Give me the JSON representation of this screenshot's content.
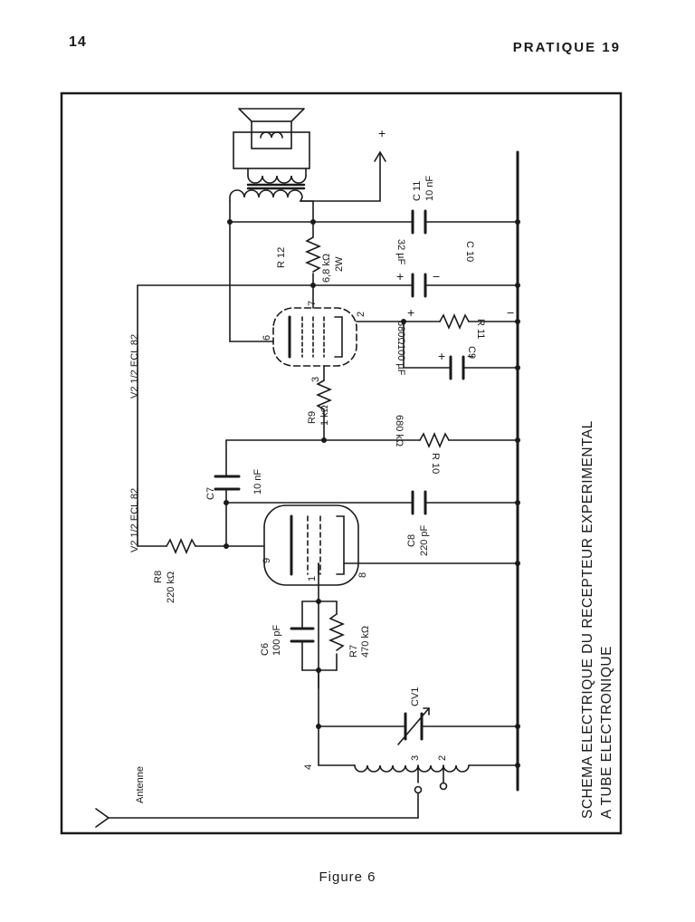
{
  "header": {
    "page_number": "14",
    "publication": "PRATIQUE 19"
  },
  "figure": {
    "caption": "Figure 6"
  },
  "title": {
    "line1": "SCHEMA ELECTRIQUE DU RECEPTEUR EXPERIMENTAL",
    "line2": "A TUBE ELECTRONIQUE"
  },
  "labels": {
    "antenna": "Antenne",
    "plus": "+",
    "minus": "−",
    "tube_v2_upper": "V2 1/2 ECL 82",
    "tube_v2_lower": "V2 1/2 ECL 82",
    "pin_4": "4",
    "pin_3": "3",
    "pin_2": "2",
    "pin_1": "1",
    "pin_8": "8",
    "pin_9": "9",
    "pin_6": "6",
    "pin_7": "7",
    "pin_2b": "2",
    "pin_3b": "3",
    "cv1": "CV1",
    "c6_name": "C6",
    "c6_value": "100 pF",
    "r7_name": "R7",
    "r7_value": "470 kΩ",
    "r8_name": "R8",
    "r8_value": "220 kΩ",
    "c7_name": "C7",
    "c7_value": "10 nF",
    "c8_name": "C8",
    "c8_value": "220 pF",
    "r10_name": "R 10",
    "r10_value": "680 kΩ",
    "r9_name": "R9",
    "r9_value": "1 kΩ",
    "c9_name": "C9",
    "c9_value": "100 µF",
    "r11_name": "R 11",
    "r11_value": "680Ω",
    "r12_name": "R 12",
    "r12_value": "6,8 kΩ",
    "r12_power": "2W",
    "c10_name": "C 10",
    "c10_value": "32 µF",
    "c11_name": "C 11",
    "c11_value": "10 nF"
  }
}
